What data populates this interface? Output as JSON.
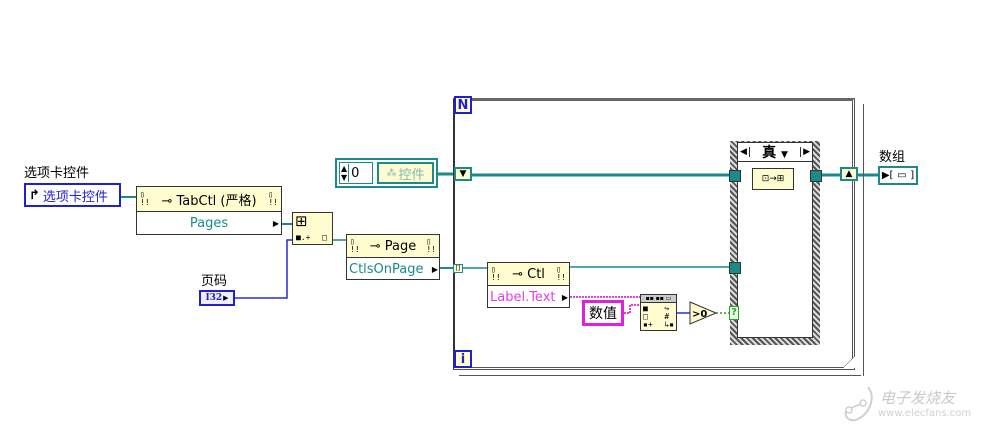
{
  "diagram": {
    "colors": {
      "refnum_wire": "#1a8a8a",
      "int_wire": "#2a2ad0",
      "string_wire": "#e040e0",
      "bool_wire": "#2e9c2e",
      "node_fill": "#fffdd0",
      "control_border": "#2020d0",
      "string_border": "#e020e0"
    },
    "tab_control": {
      "label": "选项卡控件",
      "terminal_text": "选项卡控件",
      "ref_icon": "reference-arrow-icon"
    },
    "tabctl_property_node": {
      "class": "TabCtl (严格)",
      "property": "Pages"
    },
    "page_index": {
      "label": "页码",
      "type_text": "I32"
    },
    "index_array": {
      "icon": "index-array-icon"
    },
    "page_property_node": {
      "class": "Page",
      "property": "CtlsOnPage"
    },
    "empty_array_constant": {
      "value": "0",
      "element_text": "控件"
    },
    "for_loop": {
      "count_terminal": "N",
      "iteration_terminal": "i"
    },
    "ctl_property_node": {
      "class": "Ctl",
      "property": "Label.Text"
    },
    "string_constant": {
      "value": "数值"
    },
    "search_function": {
      "icon": "match-pattern-icon"
    },
    "compare_function": {
      "text": ">0"
    },
    "case_structure": {
      "selector_value": "真",
      "selector_terminal": "?"
    },
    "build_array": {
      "icon": "build-array-icon"
    },
    "output_indicator": {
      "label": "数组"
    },
    "watermark": {
      "title": "电子发烧友",
      "url": "www.elecfans.com"
    }
  }
}
